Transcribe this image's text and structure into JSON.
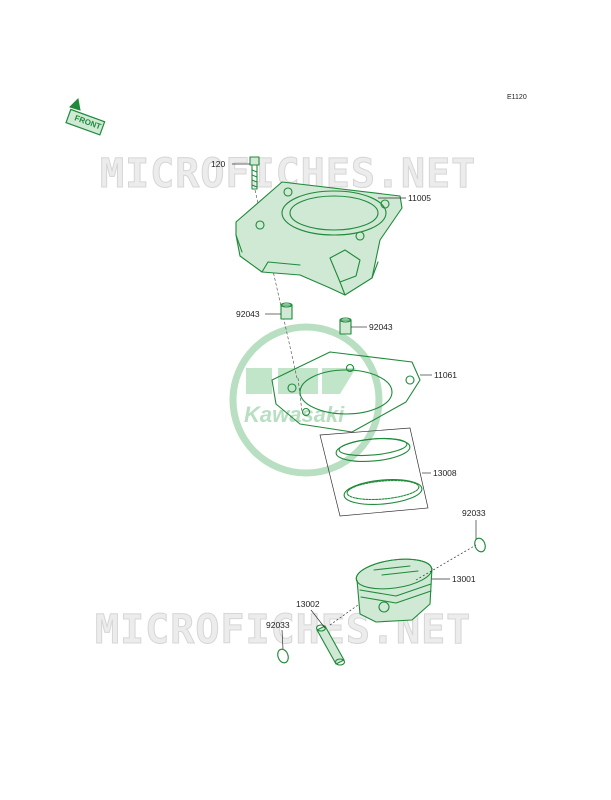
{
  "diagram_code": "E1120",
  "watermark": {
    "text": "MICROFICHES.NET",
    "logo_text": "Kawasaki"
  },
  "front_arrow": {
    "text": "FRONT"
  },
  "parts": [
    {
      "id": "bolt",
      "number": "120"
    },
    {
      "id": "cylinder",
      "number": "11005"
    },
    {
      "id": "dowel-left",
      "number": "92043"
    },
    {
      "id": "dowel-right",
      "number": "92043"
    },
    {
      "id": "gasket",
      "number": "11061"
    },
    {
      "id": "rings",
      "number": "13008"
    },
    {
      "id": "circlip-right",
      "number": "92033"
    },
    {
      "id": "piston",
      "number": "13001"
    },
    {
      "id": "pin",
      "number": "13002"
    },
    {
      "id": "circlip-left",
      "number": "92033"
    }
  ],
  "colors": {
    "part_stroke": "#1f8a3a",
    "part_fill": "#cfe9d4",
    "watermark": "#d6d6d6",
    "logo": "#7fc68f"
  }
}
